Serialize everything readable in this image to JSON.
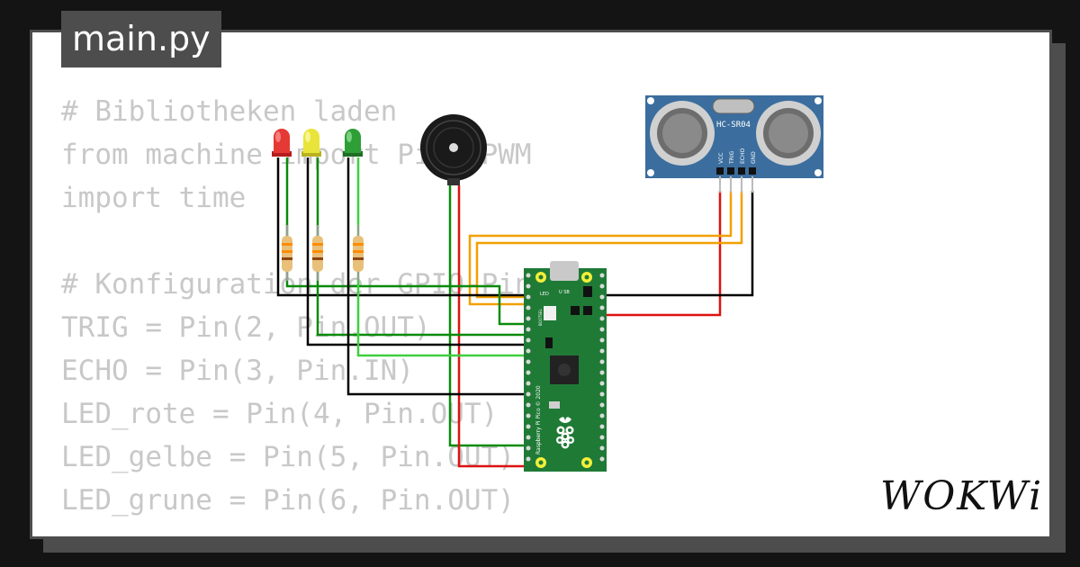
{
  "tab": {
    "filename": "main.py"
  },
  "code_lines": [
    "# Bibliotheken laden",
    "from machine import Pin, PWM",
    "import time",
    "",
    "# Konfiguration der GPIO-Pins",
    "TRIG = Pin(2, Pin.OUT)",
    "ECHO = Pin(3, Pin.IN)",
    "LED_rote = Pin(4, Pin.OUT)",
    "LED_gelbe = Pin(5, Pin.OUT)",
    "LED_grune = Pin(6, Pin.OUT)"
  ],
  "sensor": {
    "model": "HC-SR04",
    "pins": [
      "VCC",
      "TRIG",
      "ECHO",
      "GND"
    ]
  },
  "board": {
    "silkscreen": "Raspberry Pi Pico © 2020",
    "usb_label": "U SB",
    "led_label": "LED",
    "bootsel_label": "BOOTSEL"
  },
  "leds": [
    {
      "color_name": "red",
      "color": "#e53935"
    },
    {
      "color_name": "yellow",
      "color": "#e8e43a"
    },
    {
      "color_name": "green",
      "color": "#2e9e36"
    }
  ],
  "logo": {
    "text": "WOKWi"
  },
  "colors": {
    "wire_red": "#dd1111",
    "wire_black": "#000000",
    "wire_green": "#0a8a0a",
    "wire_lightgreen": "#3fcf3f",
    "wire_orange": "#f2a000",
    "pico_green": "#1f7a36",
    "sensor_blue": "#3b6e9e"
  }
}
